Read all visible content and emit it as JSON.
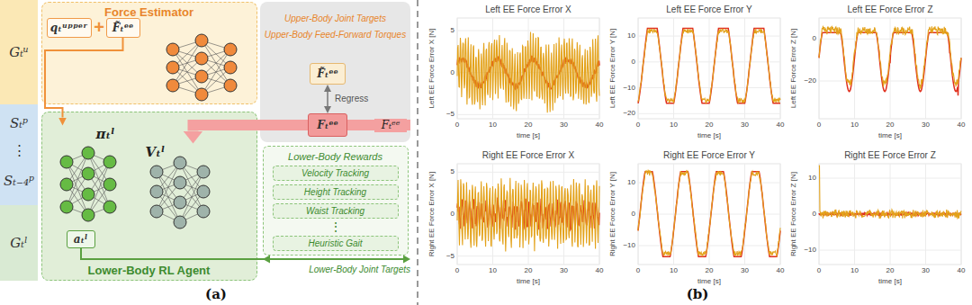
{
  "diagram": {
    "nodes": [
      {
        "text": [
          "Gₜᵘ"
        ]
      },
      {
        "text": [
          "Sₜᵖ",
          "⋮",
          "Sₜ₋₄ᵖ"
        ]
      },
      {
        "text": [
          "Gₜˡ"
        ]
      },
      {
        "text": [
          "Force Estimator"
        ]
      },
      {
        "text": [
          "qₜᵘᵖᵖᵉʳ"
        ],
        "in": 3
      },
      {
        "text": [
          "F̃ₜᵉᵉ"
        ],
        "in": 3
      },
      {
        "text": [
          "Upper-Body Joint Targets",
          "Upper-Body Feed-Forward Torques"
        ]
      },
      {
        "text": [
          "F̃ₜᵉᵉ"
        ],
        "in": 6
      },
      {
        "text": [
          "Fₜᵉᵉ"
        ],
        "in": 6
      },
      {
        "text": [
          "Lower-Body RL Agent"
        ]
      },
      {
        "text": [
          "πₜˡ"
        ],
        "in": 9
      },
      {
        "text": [
          "Vₜˡ"
        ],
        "in": 9
      },
      {
        "text": [
          "aₜˡ"
        ],
        "in": 9
      },
      {
        "text": [
          "Lower-Body Rewards"
        ]
      },
      {
        "text": [
          "Velocity Tracking"
        ],
        "in": 13
      },
      {
        "text": [
          "Height Tracking"
        ],
        "in": 13
      },
      {
        "text": [
          "Waist Tracking"
        ],
        "in": 13
      },
      {
        "text": [
          "Heuristic Gait"
        ],
        "in": 13
      },
      {
        "text": [
          "Left EE Force Error X",
          "Left EE Force Error X [N]",
          "time [s]",
          "0",
          "10",
          "20",
          "30",
          "40",
          "5",
          "0",
          "−5"
        ]
      },
      {
        "text": [
          "Left EE Force Error Y",
          "Left EE Force Error Y [N]",
          "time [s]",
          "0",
          "10",
          "20",
          "30",
          "40",
          "10",
          "0",
          "−10",
          "−20"
        ]
      },
      {
        "text": [
          "Left EE Force Error Z",
          "Left EE Force Error Z [N]",
          "time [s]",
          "0",
          "10",
          "20",
          "30",
          "40",
          "0",
          "−20"
        ]
      },
      {
        "text": [
          "Right EE Force Error X",
          "Right EE Force Error X [N]",
          "time [s]",
          "0",
          "10",
          "20",
          "30",
          "40",
          "5",
          "0",
          "−5"
        ]
      },
      {
        "text": [
          "Right EE Force Error Y",
          "Right EE Force Error Y [N]",
          "time [s]",
          "0",
          "10",
          "20",
          "30",
          "40",
          "10",
          "0",
          "−10"
        ]
      },
      {
        "text": [
          "Right EE Force Error Z",
          "Right EE Force Error Z [N]",
          "time [s]",
          "0",
          "10",
          "20",
          "30",
          "40",
          "10",
          "0",
          "−10"
        ]
      }
    ],
    "edges": [
      {
        "from": 5,
        "to": 10,
        "arrow": "to"
      },
      {
        "from": 7,
        "to": 8,
        "arrow": "both",
        "label": "Regress"
      },
      {
        "from": 8,
        "to": 11,
        "arrow": "to",
        "label": "Fₜᵉᵉ"
      }
    ],
    "labels": [
      "+",
      "⋮",
      "Lower-Body Joint Targets",
      "(a)",
      "(b)"
    ]
  }
}
